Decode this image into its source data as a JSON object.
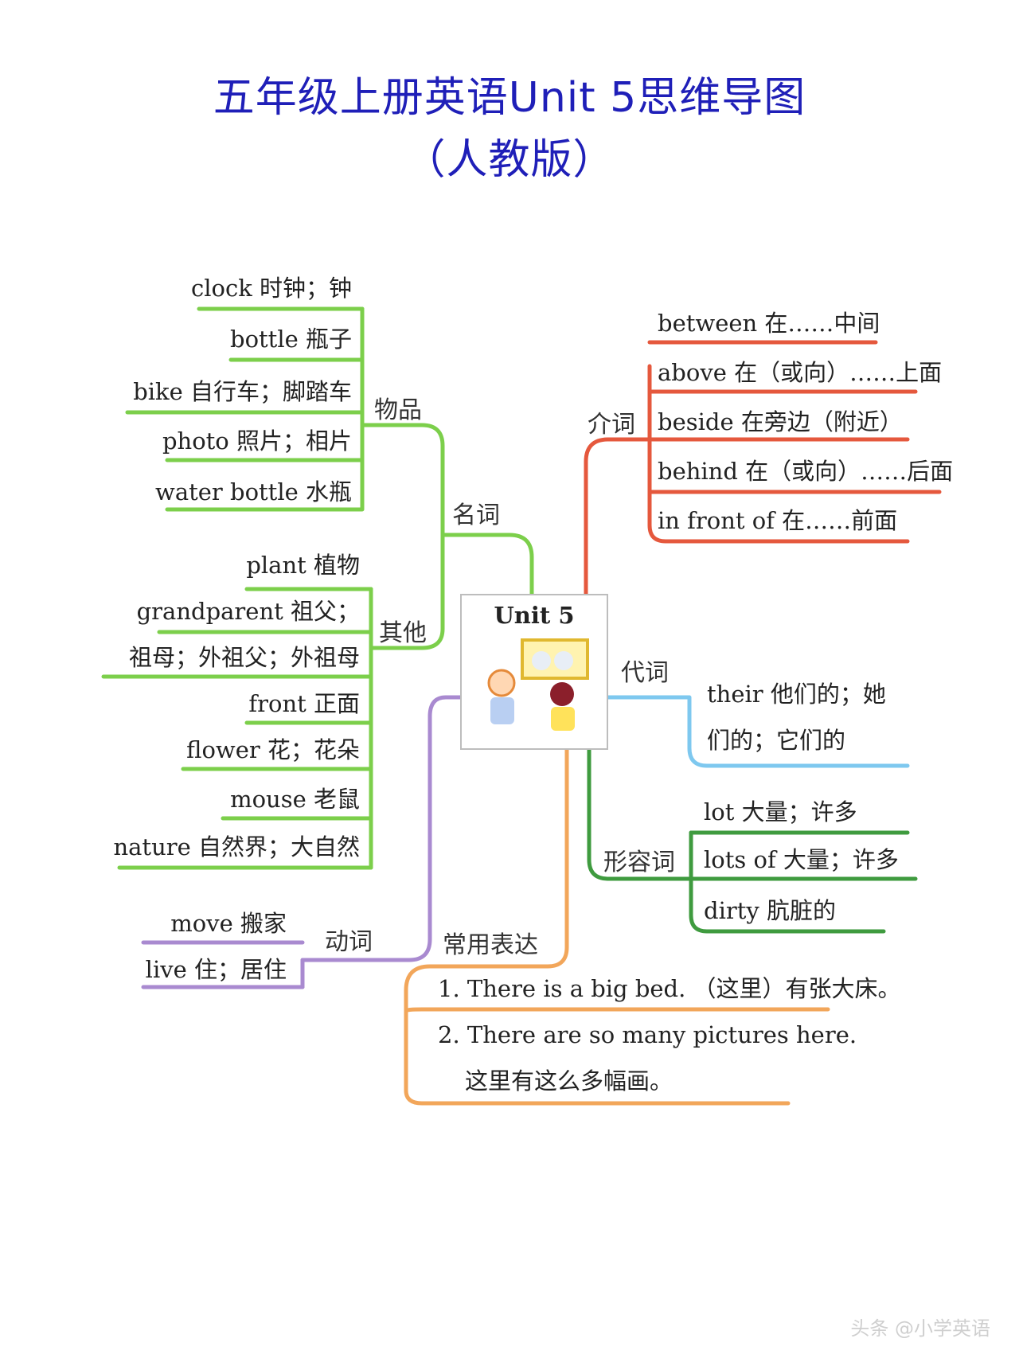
{
  "title_line1": "五年级上册英语Unit 5思维导图",
  "title_line2": "（人教版）",
  "center_label": "Unit 5",
  "colors": {
    "title": "#1f1fb8",
    "noun": "#7ccf4b",
    "preposition": "#e5583d",
    "pronoun": "#7ec8ef",
    "adjective": "#3f9b3f",
    "verb": "#a98ad0",
    "expression": "#f2a65a"
  },
  "categories": {
    "noun": "名词",
    "noun_things": "物品",
    "noun_others": "其他",
    "preposition": "介词",
    "pronoun": "代词",
    "adjective": "形容词",
    "verb": "动词",
    "expression": "常用表达"
  },
  "things": [
    "clock 时钟；钟",
    "bottle 瓶子",
    "bike 自行车；脚踏车",
    "photo 照片；相片",
    "water bottle 水瓶"
  ],
  "others": [
    "plant 植物",
    "grandparent 祖父；",
    "祖母；外祖父；外祖母",
    "front 正面",
    "flower 花；花朵",
    "mouse 老鼠",
    "nature 自然界；大自然"
  ],
  "prepositions": [
    "between 在……中间",
    "above 在（或向）……上面",
    "beside 在旁边（附近）",
    "behind 在（或向）……后面",
    "in front of 在……前面"
  ],
  "pronouns": [
    "their 他们的；她",
    "们的；它们的"
  ],
  "adjectives": [
    "lot 大量；许多",
    "lots of 大量；许多",
    "dirty 肮脏的"
  ],
  "verbs": [
    "move 搬家",
    "live 住；居住"
  ],
  "expressions": [
    "1. There is a big bed. （这里）有张大床。",
    "2. There are so many pictures here.",
    "这里有这么多幅画。"
  ],
  "footer": "头条 @小学英语"
}
